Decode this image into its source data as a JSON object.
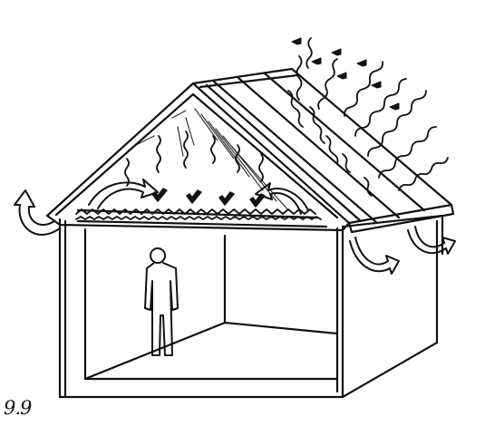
{
  "figure": {
    "number_label": "9.9"
  },
  "colors": {
    "ink": "#111111",
    "paper": "#ffffff"
  },
  "elements": {
    "sun_rays": "wavy-solar-radiation-lines",
    "heat_arrows": "black-checkmark-arrows",
    "airflow_arrows": "curved-ventilation-arrows",
    "person": "standing-person-silhouette"
  }
}
